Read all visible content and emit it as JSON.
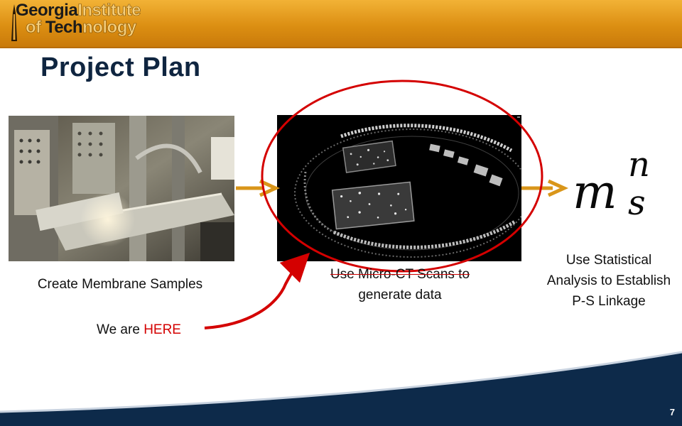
{
  "header": {
    "logo_part1": "Georgia",
    "logo_part2": "Institute",
    "logo_part3": "of",
    "logo_part4": "Tech",
    "logo_part5": "nology"
  },
  "slide": {
    "title": "Project Plan",
    "page_number": "7"
  },
  "steps": {
    "create_label": "Create Membrane Samples",
    "ct_label_line1": "Use Micro-CT Scans to",
    "ct_label_line2": "generate data",
    "stat_label_line1": "Use Statistical",
    "stat_label_line2": "Analysis to Establish",
    "stat_label_line3": "P-S Linkage"
  },
  "formula": {
    "base": "m",
    "superscript": "n",
    "subscript": "s"
  },
  "status": {
    "prefix": "We are ",
    "highlight": "HERE"
  },
  "colors": {
    "header_gold": "#dc8f12",
    "title_navy": "#0f2540",
    "arrow_orange": "#d9961a",
    "highlight_red": "#d40000",
    "footer_navy": "#0d2a4a"
  }
}
